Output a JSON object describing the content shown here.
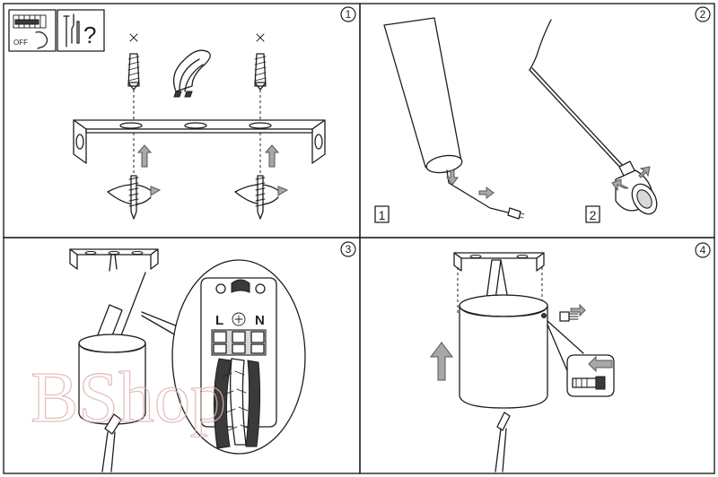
{
  "steps": [
    {
      "number": "1"
    },
    {
      "number": "2"
    },
    {
      "number": "3"
    },
    {
      "number": "4"
    }
  ],
  "safety_icon": {
    "switch_label": "OFF",
    "question_mark": "?"
  },
  "step2_boxes": [
    "1",
    "2"
  ],
  "terminal_labels": {
    "live": "L",
    "neutral": "N"
  },
  "watermark": "BShop",
  "colors": {
    "line": "#1e1e1e",
    "arrow_fill": "#a8a8a8",
    "watermark": "#e2b4b4"
  }
}
